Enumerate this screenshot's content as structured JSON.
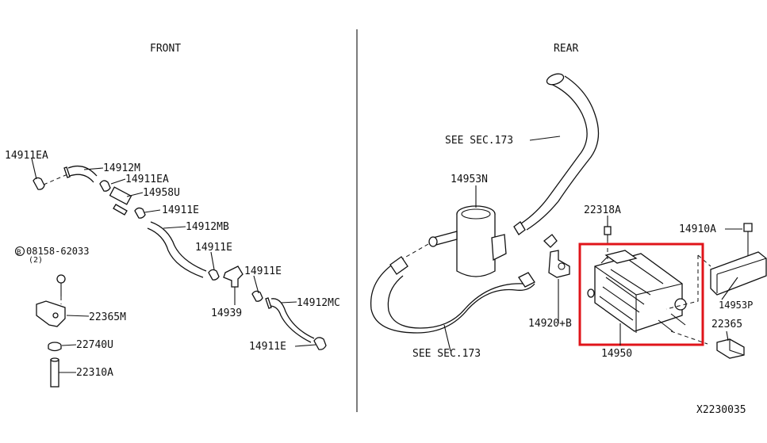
{
  "sections": {
    "front": "FRONT",
    "rear": "REAR"
  },
  "labels": {
    "p14911EA_1": "14911EA",
    "p14912M": "14912M",
    "p14911EA_2": "14911EA",
    "p14958U": "14958U",
    "p14911E_1": "14911E",
    "p14912MB": "14912MB",
    "p14911E_2": "14911E",
    "p14911E_3": "14911E",
    "p14939": "14939",
    "p14912MC": "14912MC",
    "p14911E_4": "14911E",
    "bolt_code": "08158-62033",
    "bolt_qty": "(2)",
    "bolt_symbol": "B",
    "p22365M": "22365M",
    "p22740U": "22740U",
    "p22310A": "22310A",
    "see_sec_top": "SEE SEC.173",
    "see_sec_bottom": "SEE SEC.173",
    "p14953N": "14953N",
    "p22318A": "22318A",
    "p14910A": "14910A",
    "p14953P": "14953P",
    "p14920B": "14920+B",
    "p22365": "22365",
    "p14950": "14950",
    "diagram_id": "X2230035"
  },
  "colors": {
    "highlight": "#e0141a",
    "ink": "#111111"
  }
}
